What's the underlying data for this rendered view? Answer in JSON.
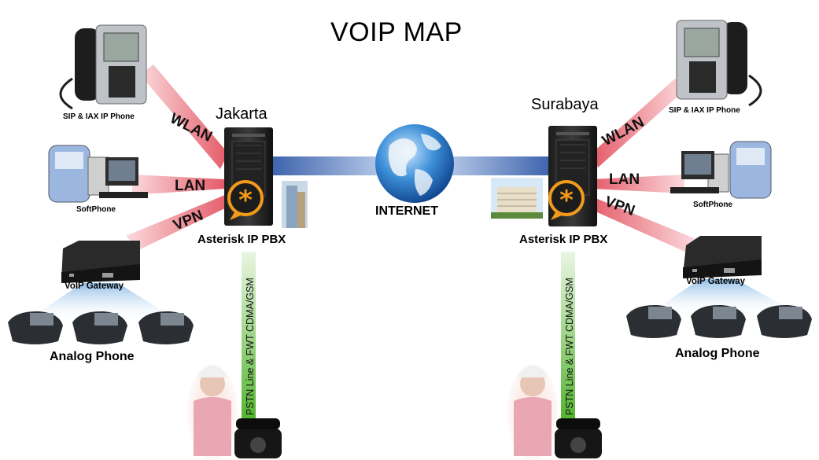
{
  "title": "VOIP MAP",
  "internet_label": "INTERNET",
  "left_site": {
    "city": "Jakarta",
    "pbx_label": "Asterisk IP PBX",
    "ip_phone_label": "SIP & IAX IP Phone",
    "softphone_label": "SoftPhone",
    "gateway_label": "VoIP Gateway",
    "analog_label": "Analog Phone",
    "links": [
      "WLAN",
      "LAN",
      "VPN"
    ],
    "pstn_label": "PSTN Line & FWT CDMA/GSM"
  },
  "right_site": {
    "city": "Surabaya",
    "pbx_label": "Asterisk IP PBX",
    "ip_phone_label": "SIP & IAX IP Phone",
    "softphone_label": "SoftPhone",
    "gateway_label": "VoIP Gateway",
    "analog_label": "Analog Phone",
    "links": [
      "WLAN",
      "LAN",
      "VPN"
    ],
    "pstn_label": "PSTN Line & FWT CDMA/GSM"
  },
  "colors": {
    "wan_link": "#4a6fb5",
    "lan_link": "#e8707a",
    "pstn_link": "#5fbf3a",
    "gateway_fan": "#9fc6e8",
    "asterisk": "#f29a1a"
  }
}
